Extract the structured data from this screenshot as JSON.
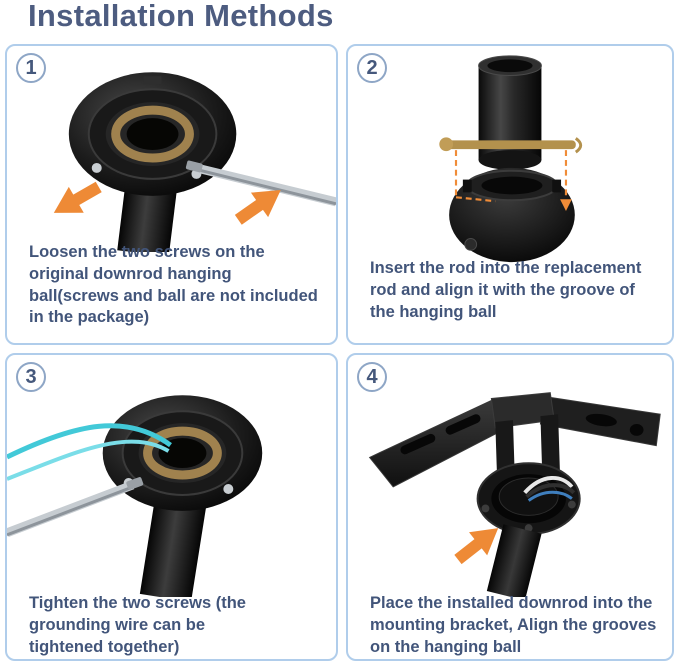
{
  "page": {
    "title": "Installation Methods",
    "background": "#ffffff"
  },
  "colors": {
    "title_text": "#4d5c80",
    "caption_text": "#42557a",
    "panel_border": "#b0cdeb",
    "step_badge_ring": "#8ea6c6",
    "annotation_arrow": "#ee8a36",
    "alignment_dashes": "#f08c38",
    "grounding_wire": "#42c9d8",
    "brass_ring": "#a0824e",
    "hardware_black": "#141414"
  },
  "steps": [
    {
      "number": "1",
      "caption": "Loosen the two screws on the original downrod hanging ball(screws and ball are not included in the package)",
      "photo": "hanging-ball-top-view-with-screwdriver-and-two-orange-arrows"
    },
    {
      "number": "2",
      "caption": "Insert the rod into the replacement rod and align it with the groove of the hanging ball",
      "photo": "replacement-rod-with-brass-pin-above-hanging-ball-dashed-alignment-lines"
    },
    {
      "number": "3",
      "caption": "Tighten the two screws (the grounding wire can be tightened together)",
      "photo": "hanging-ball-with-teal-grounding-wire-and-screwdriver"
    },
    {
      "number": "4",
      "caption": "Place the installed downrod into the mounting bracket, Align the grooves on the hanging ball",
      "photo": "downrod-and-ball-seated-in-ceiling-mounting-bracket-with-orange-arrow"
    }
  ]
}
